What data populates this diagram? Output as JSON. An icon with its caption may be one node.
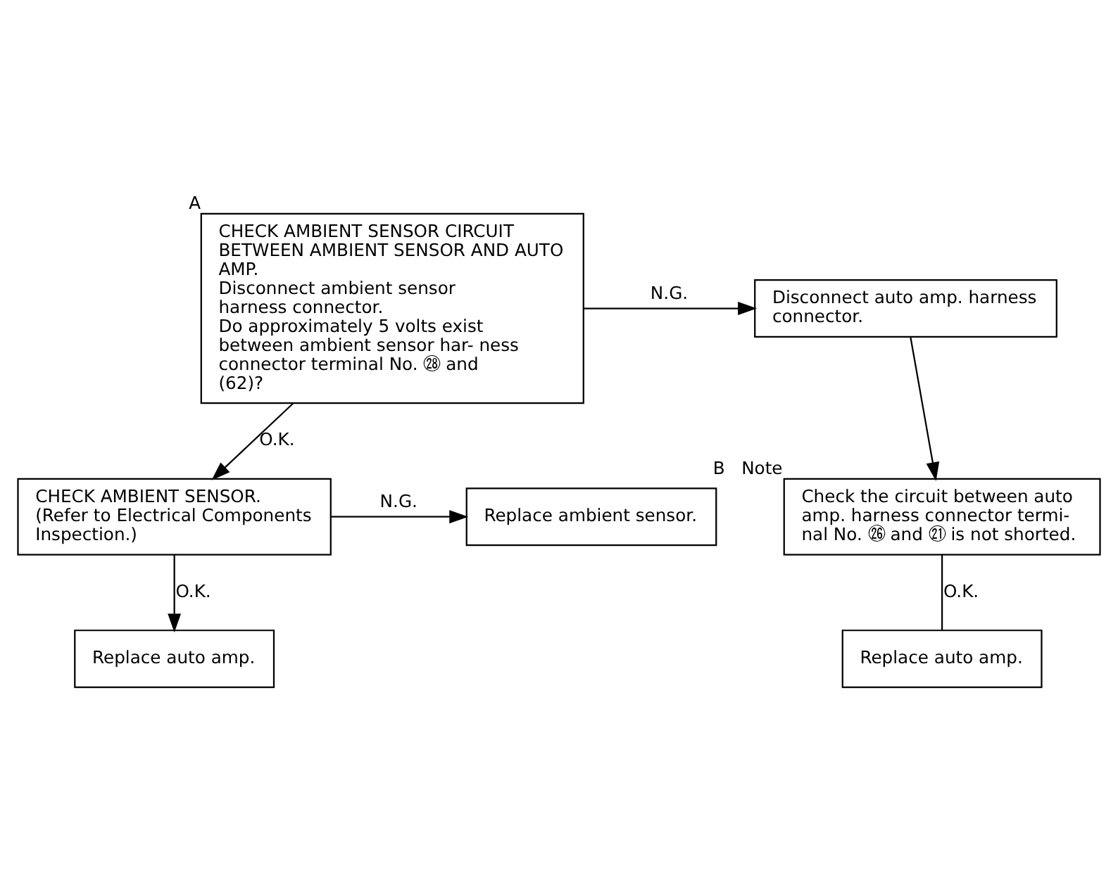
{
  "diagram": {
    "nodes": [
      {
        "text": [
          "CHECK AMBIENT SENSOR CIRCUIT BETWEEN AMBIENT SENSOR AND AUTO AMP.",
          "Disconnect ambient sensor harness connector.",
          "Do approximately 5 volts exist between ambient sensor har- ness connector terminal No. ㉘ and (62)?"
        ],
        "beside": [
          "A"
        ]
      },
      {
        "text": [
          "Disconnect auto amp. harness connector."
        ]
      },
      {
        "text": [
          "Check the circuit between auto amp. harness connector termi- nal No. ㉖ and ㉑ is not shorted."
        ],
        "beside": [
          "B",
          "Note"
        ]
      },
      {
        "text": [
          "Replace auto amp."
        ]
      },
      {
        "text": [
          "CHECK AMBIENT SENSOR.",
          "(Refer to Electrical Components Inspection.)"
        ]
      },
      {
        "text": [
          "Replace ambient sensor."
        ]
      },
      {
        "text": [
          "Replace auto amp."
        ]
      }
    ],
    "edges": [
      {
        "from": 0,
        "to": 1,
        "arrow": "to",
        "label": "N.G."
      },
      {
        "from": 1,
        "to": 2,
        "arrow": "to"
      },
      {
        "from": 2,
        "to": 3,
        "arrow": "none",
        "label": "O.K."
      },
      {
        "from": 0,
        "to": 4,
        "arrow": "to",
        "label": "O.K."
      },
      {
        "from": 4,
        "to": 5,
        "arrow": "to",
        "label": "N.G."
      },
      {
        "from": 4,
        "to": 6,
        "arrow": "to",
        "label": "O.K."
      }
    ]
  }
}
